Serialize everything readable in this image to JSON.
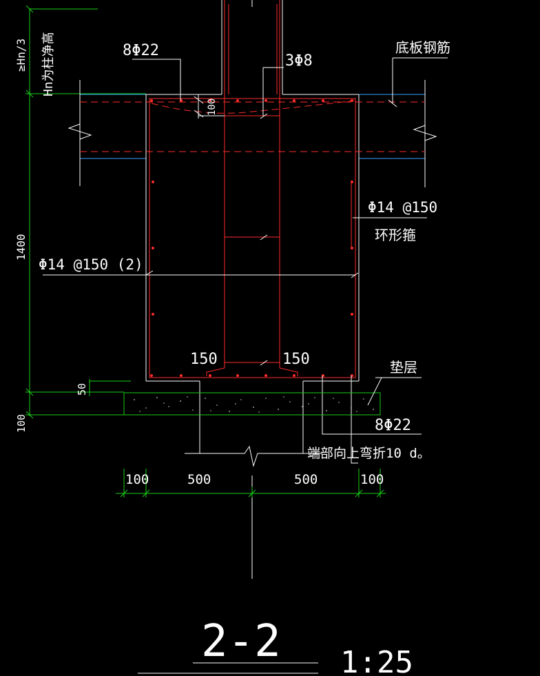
{
  "drawing": {
    "labels": {
      "top_bar_count": "8Φ22",
      "center_bars": "3Φ8",
      "slab_rebar": "底板钢筋",
      "cover_100": "100",
      "ring_stirrup_spec": "Φ14 @150",
      "ring_stirrup_name": "环形箍",
      "stirrup_spec": "Φ14 @150 (2)",
      "left_150": "150",
      "right_150": "150",
      "cushion": "垫层",
      "bottom_bar_count": "8Φ22",
      "bend_note": "端部向上弯折10 d。",
      "vert_top": "≥Hn/3",
      "vert_top2": "Hn为柱净高",
      "vert_height": "1400",
      "vert_50": "50",
      "vert_100": "100"
    },
    "dimensions": {
      "d1": "100",
      "d2": "500",
      "d3": "500",
      "d4": "100"
    },
    "title": {
      "section": "2-2",
      "scale": "1:25"
    },
    "colors": {
      "background": "#000000",
      "rebar": "#ff2b2b",
      "dimension": "#19d219",
      "slab_line": "#3aa0ff",
      "text": "#ffffff"
    }
  }
}
